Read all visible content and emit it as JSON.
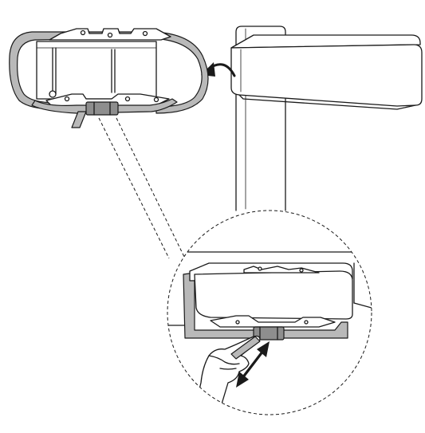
{
  "figure": {
    "views": [
      "pole-mounted-box",
      "bracket-with-strap-detail",
      "magnified-clip-detail"
    ],
    "colors": {
      "line": "#1a1a1a",
      "strap_fill": "#b9b9b9",
      "strap_dark": "#8e8e8e",
      "background": "#ffffff"
    },
    "icons": {
      "curved_arrow": "curved-arrow-icon",
      "double_arrow": "double-arrow-icon"
    }
  }
}
